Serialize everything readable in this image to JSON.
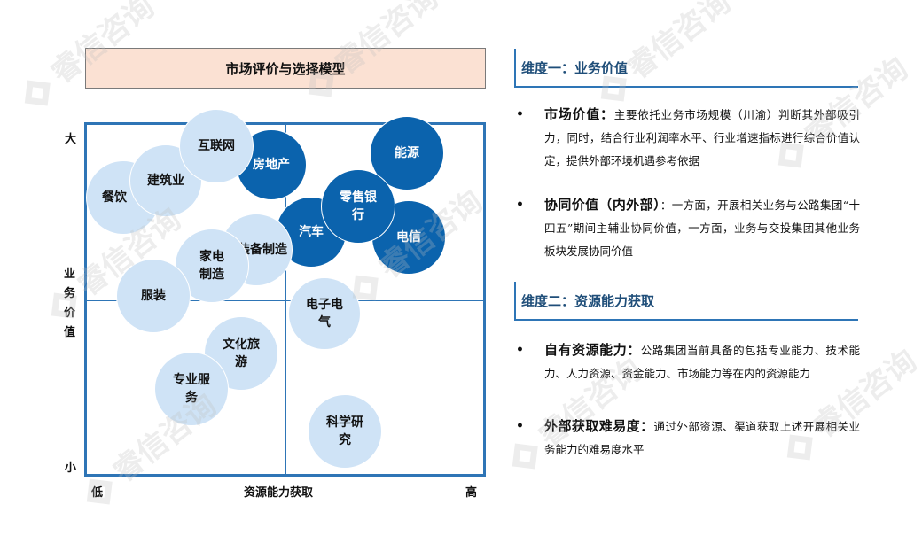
{
  "title": "市场评价与选择模型",
  "axes": {
    "y_label_chars": [
      "业",
      "务",
      "价",
      "值"
    ],
    "y_high": "大",
    "y_low": "小",
    "x_label": "资源能力获取",
    "x_low": "低",
    "x_high": "高"
  },
  "bubbles": [
    {
      "label": "餐饮",
      "style": "light"
    },
    {
      "label": "房地产",
      "style": "dark"
    },
    {
      "label": "能源",
      "style": "dark"
    },
    {
      "label": "汽车",
      "style": "dark"
    },
    {
      "label": "零售银行",
      "style": "dark"
    },
    {
      "label": "电信",
      "style": "dark"
    },
    {
      "label": "装备制造",
      "style": "light"
    },
    {
      "label": "建筑业",
      "style": "light"
    },
    {
      "label": "互联网",
      "style": "light"
    },
    {
      "label": "家电制造",
      "style": "light"
    },
    {
      "label": "服装",
      "style": "light"
    },
    {
      "label": "电子电气",
      "style": "light"
    },
    {
      "label": "文化旅游",
      "style": "light"
    },
    {
      "label": "专业服务",
      "style": "light"
    },
    {
      "label": "科学研究",
      "style": "light"
    }
  ],
  "dimensions": [
    {
      "heading": "维度一：业务价值",
      "items": [
        {
          "term": "市场价值：",
          "text": "主要依托业务市场规模（川渝）判断其外部吸引力，同时，结合行业利润率水平、行业增速指标进行综合价值认定，提供外部环境机遇参考依据"
        },
        {
          "term": "协同价值（内外部）",
          "text": "：一方面，开展相关业务与公路集团“十四五”期间主辅业协同价值，一方面，业务与交投集团其他业务板块发展协同价值"
        }
      ]
    },
    {
      "heading": "维度二：资源能力获取",
      "items": [
        {
          "term": "自有资源能力：",
          "text": "公路集团当前具备的包括专业能力、技术能力、人力资源、资金能力、市场能力等在内的资源能力"
        },
        {
          "term": "外部获取难易度：",
          "text": "通过外部资源、渠道获取上述开展相关业务能力的难易度水平"
        }
      ]
    }
  ],
  "watermark": "睿信咨询",
  "bullet_char": "•"
}
